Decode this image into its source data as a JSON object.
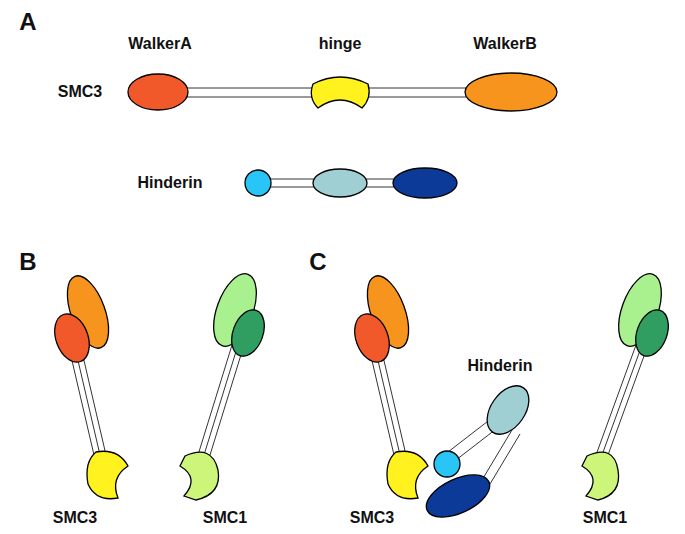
{
  "diagram": {
    "labels": [
      "A",
      "WalkerA",
      "hinge",
      "WalkerB",
      "SMC3",
      "Hinderin",
      "B",
      "C",
      "Hinderin",
      "SMC3",
      "SMC1",
      "SMC3",
      "SMC1"
    ]
  }
}
